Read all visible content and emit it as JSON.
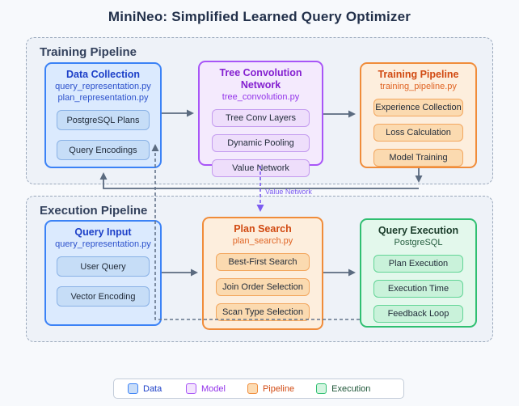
{
  "title": "MiniNeo: Simplified Learned Query Optimizer",
  "sections": {
    "training": {
      "label": "Training Pipeline"
    },
    "execution": {
      "label": "Execution Pipeline"
    }
  },
  "nodes": {
    "data_collection": {
      "title": "Data Collection",
      "subtitles": [
        "query_representation.py",
        "plan_representation.py"
      ],
      "items": [
        "PostgreSQL Plans",
        "Query Encodings"
      ]
    },
    "tree_conv": {
      "title": "Tree Convolution Network",
      "subtitles": [
        "tree_convolution.py"
      ],
      "items": [
        "Tree Conv Layers",
        "Dynamic Pooling",
        "Value Network"
      ]
    },
    "training_pipeline": {
      "title": "Training Pipeline",
      "subtitles": [
        "training_pipeline.py"
      ],
      "items": [
        "Experience Collection",
        "Loss Calculation",
        "Model Training"
      ]
    },
    "query_input": {
      "title": "Query Input",
      "subtitles": [
        "query_representation.py"
      ],
      "items": [
        "User Query",
        "Vector Encoding"
      ]
    },
    "plan_search": {
      "title": "Plan Search",
      "subtitles": [
        "plan_search.py"
      ],
      "items": [
        "Best-First Search",
        "Join Order Selection",
        "Scan Type Selection"
      ]
    },
    "query_execution": {
      "title": "Query Execution",
      "subtitles": [
        "PostgreSQL"
      ],
      "items": [
        "Plan Execution",
        "Execution Time",
        "Feedback Loop"
      ]
    }
  },
  "edges": {
    "value_network_label": "Value Network"
  },
  "legend": {
    "items": [
      {
        "label": "Data",
        "color": "#3b82f6"
      },
      {
        "label": "Model",
        "color": "#a855f7"
      },
      {
        "label": "Pipeline",
        "color": "#f08c3a"
      },
      {
        "label": "Execution",
        "color": "#2fbf71"
      }
    ]
  },
  "colors": {
    "data_blue": "#3b82f6",
    "model_purple": "#a855f7",
    "pipeline_orange": "#f08c3a",
    "execution_green": "#2fbf71",
    "arrow_slate": "#5b6b80",
    "value_network_purple": "#7c5cf0",
    "background": "#f7f9fc"
  }
}
